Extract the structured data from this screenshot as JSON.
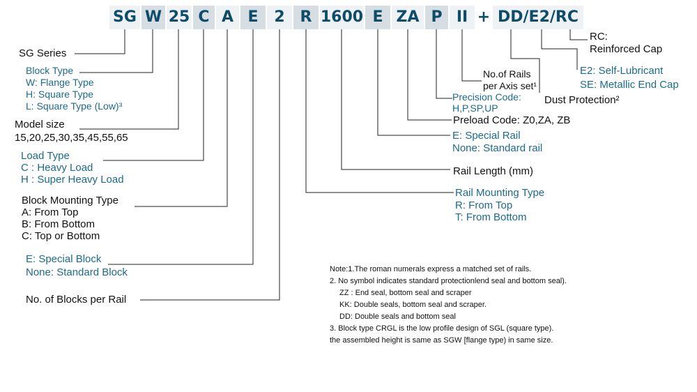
{
  "code_segments": [
    "SG",
    "W",
    "25",
    "C",
    "A",
    "E",
    "2",
    "R",
    "1600",
    "E",
    "ZA",
    "P",
    "II",
    "+",
    "DD/E2/RC"
  ],
  "labels": {
    "series": "SG Series",
    "block_type": [
      "Block Type",
      "W: Flange Type",
      "H: Square Type",
      "L: Square Type (Low)³"
    ],
    "model_size": [
      "Model size",
      "15,20,25,30,35,45,55,65"
    ],
    "load_type": [
      "Load Type",
      "C : Heavy Load",
      "H : Super Heavy Load"
    ],
    "mounting": [
      "Block Mounting Type",
      "A: From Top",
      "B: From Bottom",
      "C: Top or Bottom"
    ],
    "special_block": [
      "E: Special Block",
      "None: Standard Block"
    ],
    "blocks_per_rail": "No. of Blocks per Rail",
    "rc": [
      "RC:",
      "Reinforced Cap"
    ],
    "e2": [
      "E2: Self-Lubricant",
      "SE: Metallic End Cap"
    ],
    "dust": "Dust Protection²",
    "rails_per_axis": [
      "No.of Rails",
      "per Axis set¹"
    ],
    "precision": [
      "Precision Code:",
      "H,P,SP,UP"
    ],
    "preload": "Preload Code: Z0,ZA, ZB",
    "special_rail": [
      "E: Special Rail",
      "None: Standard rail"
    ],
    "rail_length": "Rail Length (mm)",
    "rail_mounting": [
      "Rail Mounting Type",
      "R: From Top",
      "T: From Bottom"
    ]
  },
  "notes": [
    "Note:1.The roman numerals express a matched set of rails.",
    "2. No symbol indicates standard protectionlend seal and bottom seal).",
    "ZZ : End seal, bottom seal and scraper",
    "KK: Double seals, bottom seal and scraper.",
    "DD: Double seals and bottom seal",
    "3. Block type CRGL is the low profile design of SGL (square type).",
    "the assembled height is same as SGW [flange type) in same size."
  ],
  "colors": {
    "code_text": "#0e4d6a",
    "blue_text": "#1b6b8f",
    "seg_light": "#eef2f5",
    "seg_dark": "#d6dde3"
  }
}
